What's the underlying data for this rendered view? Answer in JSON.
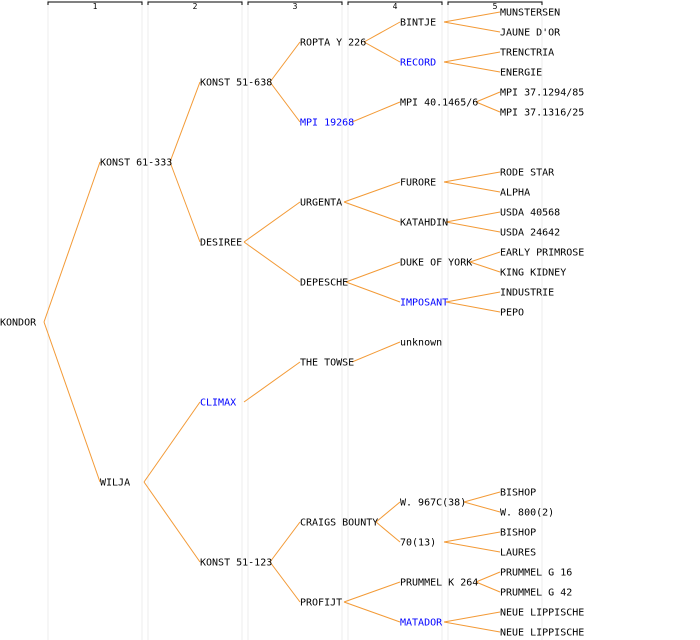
{
  "columns": [
    "1",
    "2",
    "3",
    "4",
    "5"
  ],
  "colors": {
    "background": "#ffffff",
    "line": "#f39a36",
    "text": "#000000",
    "highlight": "#0000ff",
    "column_rule": "#eeeeee",
    "header_rule": "#000000"
  },
  "tree": {
    "name": "KONDOR",
    "children": [
      {
        "name": "KONST 61-333",
        "children": [
          {
            "name": "KONST 51-638",
            "children": [
              {
                "name": "ROPTA Y 226",
                "children": [
                  {
                    "name": "BINTJE",
                    "children": [
                      {
                        "name": "MUNSTERSEN"
                      },
                      {
                        "name": "JAUNE D'OR"
                      }
                    ]
                  },
                  {
                    "name": "RECORD",
                    "highlight": true,
                    "children": [
                      {
                        "name": "TRENCTRIA"
                      },
                      {
                        "name": "ENERGIE"
                      }
                    ]
                  }
                ]
              },
              {
                "name": "MPI 19268",
                "highlight": true,
                "children": [
                  {
                    "name": "MPI 40.1465/6",
                    "children": [
                      {
                        "name": "MPI 37.1294/85"
                      },
                      {
                        "name": "MPI 37.1316/25"
                      }
                    ]
                  }
                ]
              }
            ]
          },
          {
            "name": "DESIREE",
            "children": [
              {
                "name": "URGENTA",
                "children": [
                  {
                    "name": "FURORE",
                    "children": [
                      {
                        "name": "RODE STAR"
                      },
                      {
                        "name": "ALPHA"
                      }
                    ]
                  },
                  {
                    "name": "KATAHDIN",
                    "children": [
                      {
                        "name": "USDA 40568"
                      },
                      {
                        "name": "USDA 24642"
                      }
                    ]
                  }
                ]
              },
              {
                "name": "DEPESCHE",
                "children": [
                  {
                    "name": "DUKE OF YORK",
                    "children": [
                      {
                        "name": "EARLY PRIMROSE"
                      },
                      {
                        "name": "KING KIDNEY"
                      }
                    ]
                  },
                  {
                    "name": "IMPOSANT",
                    "highlight": true,
                    "children": [
                      {
                        "name": "INDUSTRIE"
                      },
                      {
                        "name": "PEPO"
                      }
                    ]
                  }
                ]
              }
            ]
          }
        ]
      },
      {
        "name": "WILJA",
        "children": [
          {
            "name": "CLIMAX",
            "highlight": true,
            "children": [
              {
                "name": "THE TOWSE",
                "children": [
                  {
                    "name": "unknown"
                  }
                ]
              }
            ]
          },
          {
            "name": "KONST 51-123",
            "children": [
              {
                "name": "CRAIGS BOUNTY",
                "children": [
                  {
                    "name": "W. 967C(38)",
                    "children": [
                      {
                        "name": "BISHOP"
                      },
                      {
                        "name": "W. 800(2)"
                      }
                    ]
                  },
                  {
                    "name": "70(13)",
                    "children": [
                      {
                        "name": "BISHOP"
                      },
                      {
                        "name": "LAURES"
                      }
                    ]
                  }
                ]
              },
              {
                "name": "PROFIJT",
                "children": [
                  {
                    "name": "PRUMMEL K 264",
                    "children": [
                      {
                        "name": "PRUMMEL G 16"
                      },
                      {
                        "name": "PRUMMEL G 42"
                      }
                    ]
                  },
                  {
                    "name": "MATADOR",
                    "highlight": true,
                    "children": [
                      {
                        "name": "NEUE LIPPISCHE"
                      },
                      {
                        "name": "NEUE LIPPISCHE"
                      }
                    ]
                  }
                ]
              }
            ]
          }
        ]
      }
    ]
  }
}
